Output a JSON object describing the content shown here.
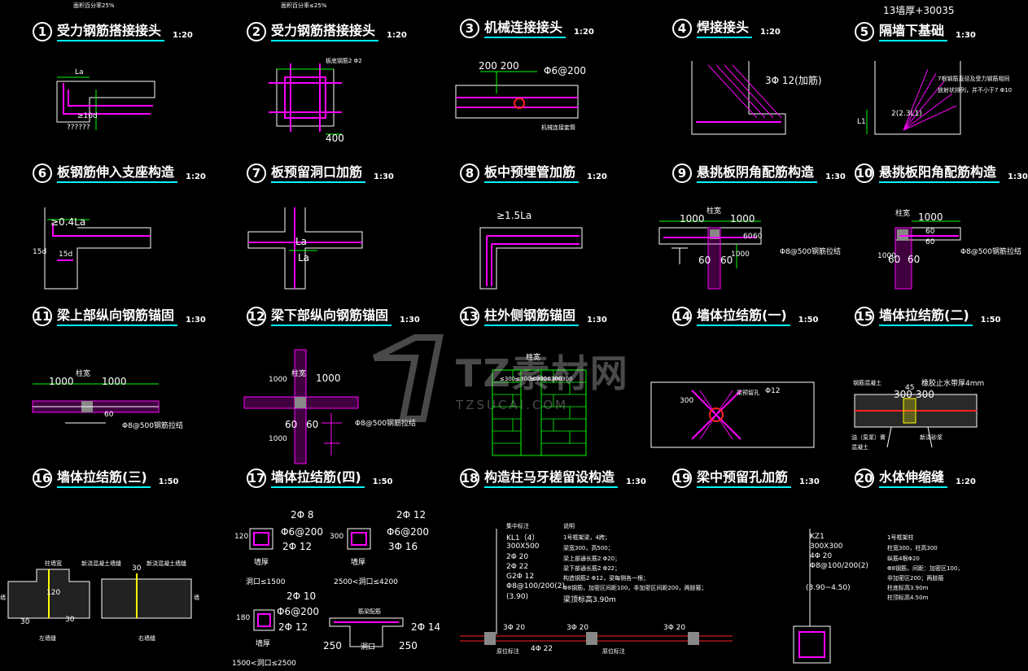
{
  "titles": [
    {
      "num": "1",
      "text": "受力钢筋搭接接头",
      "scale": "1:20"
    },
    {
      "num": "2",
      "text": "受力钢筋搭接接头",
      "scale": "1:20"
    },
    {
      "num": "3",
      "text": "机械连接接头",
      "scale": "1:20"
    },
    {
      "num": "4",
      "text": "焊接接头",
      "scale": "1:20"
    },
    {
      "num": "5",
      "text": "隔墙下基础",
      "scale": "1:30"
    },
    {
      "num": "6",
      "text": "板钢筋伸入支座构造",
      "scale": "1:20"
    },
    {
      "num": "7",
      "text": "板预留洞口加筋",
      "scale": "1:30"
    },
    {
      "num": "8",
      "text": "板中预埋管加筋",
      "scale": "1:20"
    },
    {
      "num": "9",
      "text": "悬挑板阴角配筋构造",
      "scale": "1:30"
    },
    {
      "num": "10",
      "text": "悬挑板阳角配筋构造",
      "scale": "1:30"
    },
    {
      "num": "11",
      "text": "梁上部纵向钢筋锚固",
      "scale": "1:30"
    },
    {
      "num": "12",
      "text": "梁下部纵向钢筋锚固",
      "scale": "1:30"
    },
    {
      "num": "13",
      "text": "柱外侧钢筋锚固",
      "scale": "1:30"
    },
    {
      "num": "14",
      "text": "墙体拉结筋(一)",
      "scale": "1:50"
    },
    {
      "num": "15",
      "text": "墙体拉结筋(二)",
      "scale": "1:50"
    },
    {
      "num": "16",
      "text": "墙体拉结筋(三)",
      "scale": "1:50"
    },
    {
      "num": "17",
      "text": "墙体拉结筋(四)",
      "scale": "1:50"
    },
    {
      "num": "18",
      "text": "构造柱马牙槎留设构造",
      "scale": "1:30"
    },
    {
      "num": "19",
      "text": "梁中预留孔加筋",
      "scale": "1:30"
    },
    {
      "num": "20",
      "text": "水体伸缩缝",
      "scale": "1:20"
    }
  ],
  "top": {
    "a": "面积百分率25%",
    "b": "面积百分率≤25%",
    "c": "13墙厚+30035"
  },
  "d1": {
    "la": "La",
    "d10": "≥10d",
    "q": "??????"
  },
  "d2": {
    "note": "板底钢筋2 Φ2",
    "dim": "400"
  },
  "d3": {
    "dims": "200 200",
    "bar": "Φ6@200",
    "note": "机械连接套筒"
  },
  "d4": {
    "bar": "3Φ 12(加筋)"
  },
  "d5": {
    "note1": "7根钢筋直径及受力钢筋相同",
    "note2": "放射状排列，并不小于7 Φ10",
    "l1": "L1",
    "d2": "2(2.3L1)"
  },
  "d6": {
    "a": "≥0.4La",
    "b": "15d",
    "c": "15d"
  },
  "d7": {
    "a": "La",
    "b": "La"
  },
  "d8": {
    "a": "≥1.5La"
  },
  "d9": {
    "zk": "柱宽",
    "l": "1000",
    "r": "1000",
    "v1": "60",
    "v2": "60",
    "b1": "60",
    "b2": "60",
    "bot": "1000",
    "bar": "Φ8@500钢筋拉结"
  },
  "d10": {
    "zk": "柱宽",
    "r": "1000",
    "v1": "60",
    "v2": "60",
    "b1": "60",
    "b2": "60",
    "left": "1000",
    "bar": "Φ8@500钢筋拉结"
  },
  "d11": {
    "zk": "柱宽",
    "l": "1000",
    "r": "1000",
    "v": "60",
    "bar": "Φ8@500钢筋拉结"
  },
  "d12": {
    "zk": "柱宽",
    "t": "1000",
    "r": "1000",
    "b1": "60",
    "b2": "60",
    "bot": "1000",
    "bar": "Φ8@500钢筋拉结"
  },
  "d13": {
    "zk": "柱宽",
    "dims": "≤300≤300≤300≤300",
    "dims2": "300300300300"
  },
  "d14": {
    "note": "梁预留孔",
    "bar": "Φ12",
    "dim": "300"
  },
  "d15": {
    "a": "钢筋混凝土",
    "b": "橡胶止水带厚4mm",
    "c": "45",
    "d": "300",
    "e": "300",
    "f": "油（泵浆）膏",
    "g": "新浇砂浆",
    "h": "混凝土"
  },
  "d16": {
    "a": "柱墙宽",
    "b": "新浇混凝土墙缝",
    "c": "新浇混凝土墙缝",
    "d": "30",
    "e": "120",
    "f": "30",
    "g": "墙",
    "h": "30",
    "i": "墙",
    "j": "左墙缝",
    "k": "右墙缝"
  },
  "d17": {
    "a1": "2Φ 8",
    "a2": "Φ6@200",
    "a3": "2Φ 12",
    "a4": "120",
    "a5": "墙厚",
    "a6": "洞口≤1500",
    "b1": "2Φ 12",
    "b2": "Φ6@200",
    "b3": "3Φ 16",
    "b4": "300",
    "b5": "墙厚",
    "b6": "2500<洞口≤4200",
    "c1": "2Φ 10",
    "c2": "Φ6@200",
    "c3": "2Φ 12",
    "c4": "180",
    "c5": "墙厚",
    "c6": "1500<洞口≤2500",
    "d1": "筋梁配筋",
    "d2": "2Φ 14",
    "d3": "250",
    "d4": "洞口",
    "d5": "250"
  },
  "d18": {
    "hdr1": "集中标注",
    "hdr2": "说明",
    "l1": "KL1（4）",
    "l2": "300X500",
    "l3": "2Φ 20",
    "l4": "2Φ 22",
    "l5": "G2Φ 12",
    "l6": "Φ8@100/200(2)",
    "l7": "(3.90)",
    "r1": "1号框架梁，4跨；",
    "r2": "梁宽300，高500；",
    "r3": "梁上部通长筋2 Φ20；",
    "r4": "梁下部通长筋2 Φ22；",
    "r5": "构造钢筋2 Φ12，梁每侧各一根；",
    "r6": "Φ8钢筋，加密区间距100，非加密区间距200，两肢箍；",
    "r7": "梁顶标高3.90m",
    "s1": "3Φ 20",
    "s2": "3Φ 20",
    "s3": "3Φ 20",
    "s4": "4Φ 22",
    "s5": "原位标注",
    "s6": "原位标注"
  },
  "d19": {
    "l1": "KZ1",
    "l2": "300X300",
    "l3": "4Φ 20",
    "l4": "Φ8@100/200(2)",
    "l5": "(3.90~4.50)",
    "r1": "1号框架柱",
    "r2": "柱宽300，柱高300",
    "r3": "纵筋4根Φ20",
    "r4": "Φ8钢筋，间距：加密区100，",
    "r5": "非加密区200；两肢箍",
    "r6": "柱底标高3.90m",
    "r7": "柱顶标高4.50m"
  },
  "watermark": {
    "big": "TZ素材网",
    "small": "TZSUCAI.COM"
  }
}
